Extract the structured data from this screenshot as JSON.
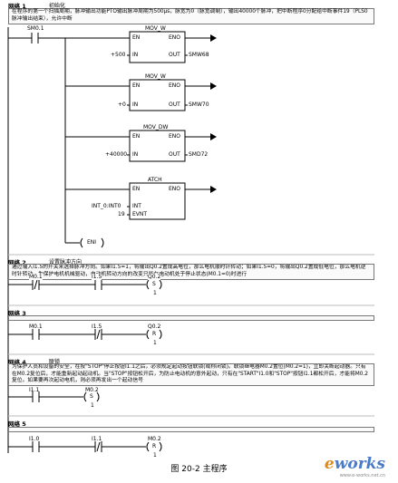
{
  "network1": {
    "title": "网络 1",
    "subtitle": "初始化",
    "comment": "在程序的第一个扫描周期，脉冲输出功能PTO输出脉冲周期为500μs，脉宽为0（脉宽调制），输出40000个脉冲，把中断程序0分配给中断事件19（PLS0脉冲输出结束），允许中断",
    "contact": "SM0.1",
    "blocks": [
      {
        "name": "MOV_W",
        "en": "EN",
        "eno": "ENO",
        "in_label": "IN",
        "out_label": "OUT",
        "in_value": "+500",
        "out_value": "SMW68"
      },
      {
        "name": "MOV_W",
        "en": "EN",
        "eno": "ENO",
        "in_label": "IN",
        "out_label": "OUT",
        "in_value": "+0",
        "out_value": "SMW70"
      },
      {
        "name": "MOV_DW",
        "en": "EN",
        "eno": "ENO",
        "in_label": "IN",
        "out_label": "OUT",
        "in_value": "+40000",
        "out_value": "SMD72"
      },
      {
        "name": "ATCH",
        "en": "EN",
        "eno": "ENO",
        "int_label": "INT",
        "evnt_label": "EVNT",
        "int_value": "INT_0:INT0",
        "evnt_value": "19"
      }
    ],
    "eni": "ENI"
  },
  "network2": {
    "title": "网络 2",
    "subtitle": "设置脉冲方向",
    "comment": "通过输入I1.5的开关来选择脉冲方向。如果I1.5=1，将输出Q0.2置成高电位，那么电机顺时针转动；如果I1.5=0，将输出Q0.2置成低电位，那么电机逆时针转动。为保护电机机械驱动，电动机转动方向的改变只能在电动机处于停止状态(M0.1=0)时进行",
    "contact1": "M0.1",
    "contact2": "I1.5",
    "coil": "Q0.2",
    "coil_type": "S",
    "coil_n": "1"
  },
  "network3": {
    "title": "网络 3",
    "contact1": "M0.1",
    "contact2": "I1.5",
    "coil": "Q0.2",
    "coil_type": "R",
    "coil_n": "1"
  },
  "network4": {
    "title": "网络 4",
    "subtitle": "联锁",
    "comment": "为保护人员和设备的安全，在按\"STOP\"停止按钮I1.1之后，必须规定起动按钮联锁(或称闭锁)。联锁继电器M0.2置位(M0.2=1)，立即关断起动器。只有在M0.2复位后，才能重新起动起动机。当\"STOP\"按钮松开后，为防止电动机的意外起动，只有在\"START\"I1.0和\"STOP\"按钮I1.1都松开后，才能将M0.2复位。如果要再次起动电机，则必须再发出一个起动信号",
    "contact": "I1.1",
    "coil": "M0.2",
    "coil_type": "S",
    "coil_n": "1"
  },
  "network5": {
    "title": "网络 5",
    "contact1": "I1.0",
    "contact2": "I1.1",
    "coil": "M0.2",
    "coil_type": "R",
    "coil_n": "1"
  },
  "caption": "图 20-2   主程序",
  "logo": {
    "e": "e",
    "works": "works",
    "sub": "www.e-works.net.cn"
  }
}
